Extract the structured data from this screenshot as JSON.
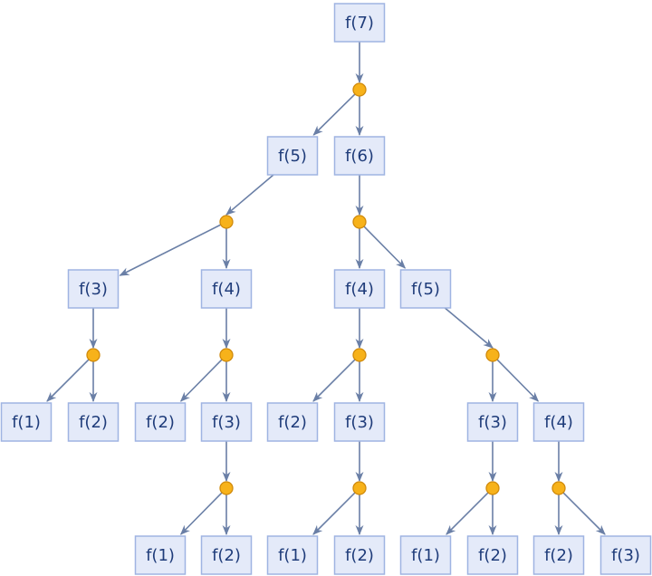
{
  "nodes": [
    {
      "id": "n7",
      "label": "f(7)"
    },
    {
      "id": "n5a",
      "label": "f(5)"
    },
    {
      "id": "n6",
      "label": "f(6)"
    },
    {
      "id": "n3a",
      "label": "f(3)"
    },
    {
      "id": "n4a",
      "label": "f(4)"
    },
    {
      "id": "n4b",
      "label": "f(4)"
    },
    {
      "id": "n5b",
      "label": "f(5)"
    },
    {
      "id": "n1a",
      "label": "f(1)"
    },
    {
      "id": "n2a",
      "label": "f(2)"
    },
    {
      "id": "n2b",
      "label": "f(2)"
    },
    {
      "id": "n3b",
      "label": "f(3)"
    },
    {
      "id": "n2c",
      "label": "f(2)"
    },
    {
      "id": "n3c",
      "label": "f(3)"
    },
    {
      "id": "n3d",
      "label": "f(3)"
    },
    {
      "id": "n4c",
      "label": "f(4)"
    },
    {
      "id": "n1b",
      "label": "f(1)"
    },
    {
      "id": "n2d",
      "label": "f(2)"
    },
    {
      "id": "n1c",
      "label": "f(1)"
    },
    {
      "id": "n2e",
      "label": "f(2)"
    },
    {
      "id": "n1d",
      "label": "f(1)"
    },
    {
      "id": "n2f",
      "label": "f(2)"
    },
    {
      "id": "n2g",
      "label": "f(2)"
    },
    {
      "id": "n3e",
      "label": "f(3)"
    }
  ],
  "junctions": [
    {
      "id": "j7",
      "parent": "n7",
      "children": [
        "n5a",
        "n6"
      ]
    },
    {
      "id": "j5a",
      "parent": "n5a",
      "children": [
        "n3a",
        "n4a"
      ]
    },
    {
      "id": "j6",
      "parent": "n6",
      "children": [
        "n4b",
        "n5b"
      ]
    },
    {
      "id": "j3a",
      "parent": "n3a",
      "children": [
        "n1a",
        "n2a"
      ]
    },
    {
      "id": "j4a",
      "parent": "n4a",
      "children": [
        "n2b",
        "n3b"
      ]
    },
    {
      "id": "j4b",
      "parent": "n4b",
      "children": [
        "n2c",
        "n3c"
      ]
    },
    {
      "id": "j5b",
      "parent": "n5b",
      "children": [
        "n3d",
        "n4c"
      ]
    },
    {
      "id": "j3b",
      "parent": "n3b",
      "children": [
        "n1b",
        "n2d"
      ]
    },
    {
      "id": "j3c",
      "parent": "n3c",
      "children": [
        "n1c",
        "n2e"
      ]
    },
    {
      "id": "j3d",
      "parent": "n3d",
      "children": [
        "n1d",
        "n2f"
      ]
    },
    {
      "id": "j4c",
      "parent": "n4c",
      "children": [
        "n2g",
        "n3e"
      ]
    }
  ],
  "colors": {
    "node_fill": "#e4eaf9",
    "node_stroke": "#9fb4e2",
    "text": "#1f3c7a",
    "edge": "#6a7fa6",
    "junction_fill": "#f7b21a",
    "junction_stroke": "#d08a0c"
  }
}
